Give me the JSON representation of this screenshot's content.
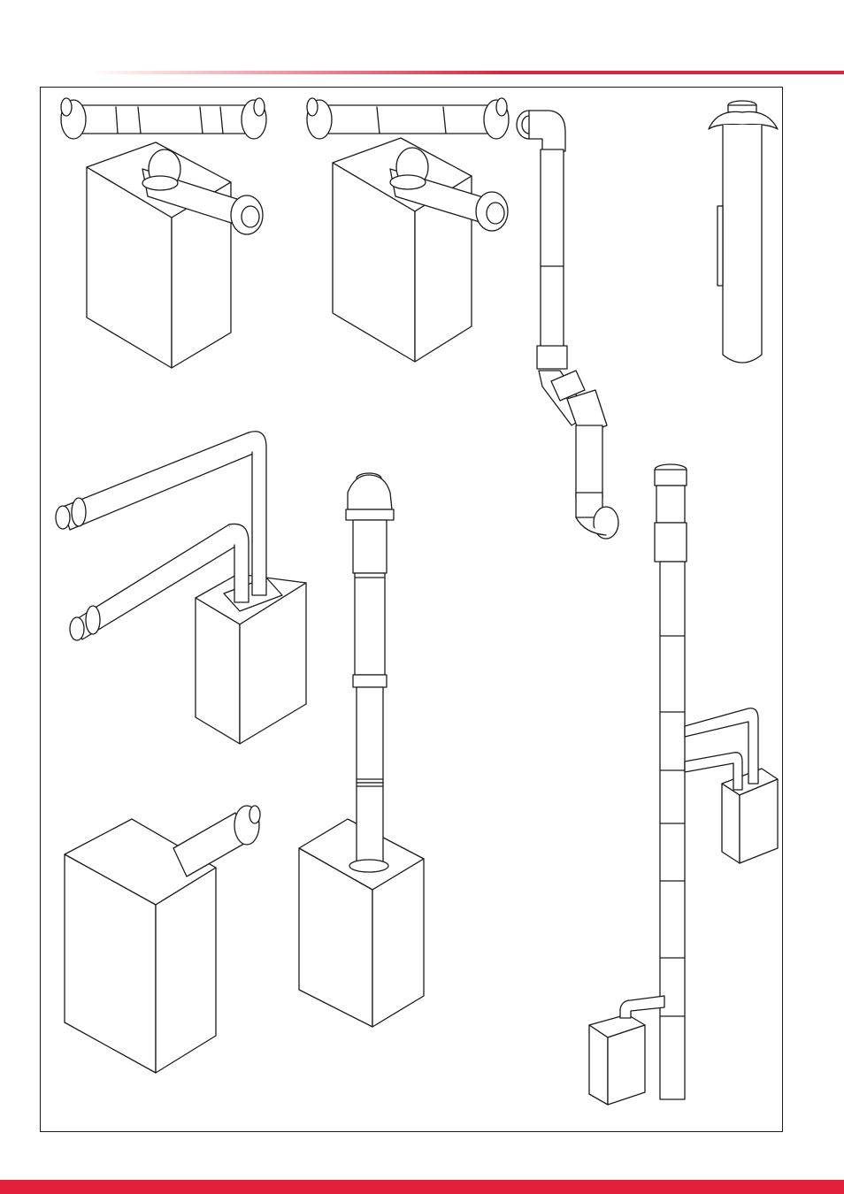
{
  "colors": {
    "accent": "#e2203b",
    "line": "#1a1a1a",
    "fill": "#ffffff"
  },
  "diagram": {
    "units": [
      {
        "kind": "concentric-horizontal-flue-tee"
      },
      {
        "kind": "concentric-horizontal-flue-tee-short"
      },
      {
        "kind": "flue-elbow-offset-kit"
      },
      {
        "kind": "terminal-with-weather-collar"
      },
      {
        "kind": "twin-pipe-horizontal-flue"
      },
      {
        "kind": "concentric-vertical-flue"
      },
      {
        "kind": "multi-boiler-common-flue"
      },
      {
        "kind": "concentric-rear-flue"
      }
    ]
  }
}
